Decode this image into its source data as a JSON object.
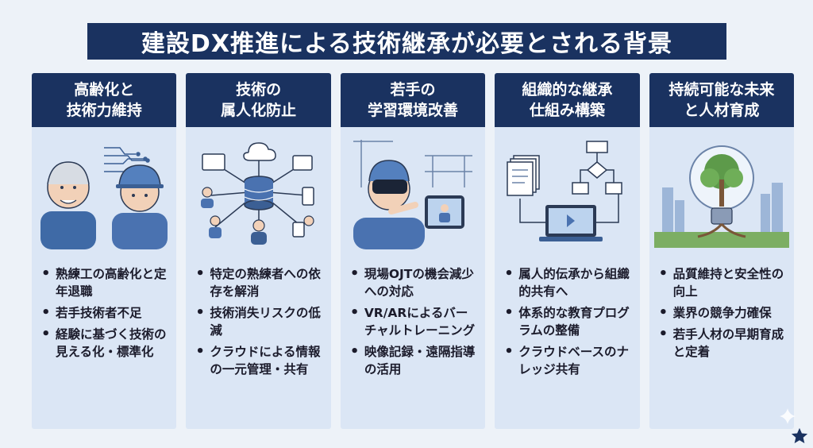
{
  "title": "建設DX推進による技術継承が必要とされる背景",
  "columns": [
    {
      "header": [
        "高齢化と",
        "技術力維持"
      ],
      "illustration_icon": "elderly-and-young-worker-illustration",
      "bullets": [
        "熟練工の高齢化と定年退職",
        "若手技術者不足",
        "経験に基づく技術の見える化・標準化"
      ]
    },
    {
      "header": [
        "技術の",
        "属人化防止"
      ],
      "illustration_icon": "cloud-database-sharing-illustration",
      "bullets": [
        "特定の熟練者への依存を解消",
        "技術消失リスクの低減",
        "クラウドによる情報の一元管理・共有"
      ]
    },
    {
      "header": [
        "若手の",
        "学習環境改善"
      ],
      "illustration_icon": "vr-training-illustration",
      "bullets": [
        "現場OJTの機会減少への対応",
        "VR/ARによるバーチャルトレーニング",
        "映像記録・遠隔指導の活用"
      ]
    },
    {
      "header": [
        "組織的な継承",
        "仕組み構築"
      ],
      "illustration_icon": "documents-flowchart-laptop-illustration",
      "bullets": [
        "属人的伝承から組織的共有へ",
        "体系的な教育プログラムの整備",
        "クラウドベースのナレッジ共有"
      ]
    },
    {
      "header": [
        "持続可能な未来",
        "と人材育成"
      ],
      "illustration_icon": "lightbulb-tree-city-illustration",
      "bullets": [
        "品質維持と安全性の向上",
        "業界の競争力確保",
        "若手人材の早期育成と定着"
      ]
    }
  ],
  "colors": {
    "navy": "#1a3260",
    "panel": "#dbe6f5",
    "background": "#edf2f8",
    "accent": "#4a72b0"
  }
}
